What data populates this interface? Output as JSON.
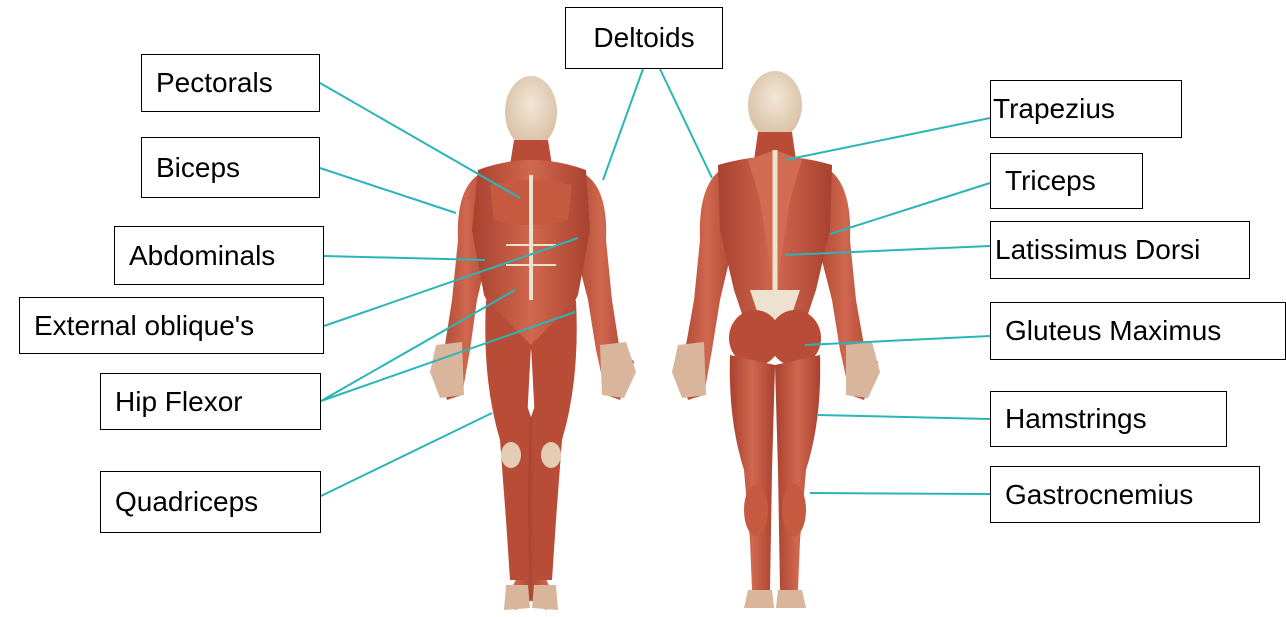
{
  "labels": {
    "deltoids": "Deltoids",
    "pectorals": "Pectorals",
    "biceps": "Biceps",
    "abdominals": "Abdominals",
    "external_obliques": "External oblique's",
    "hip_flexor": "Hip Flexor",
    "quadriceps": "Quadriceps",
    "trapezius": "Trapezius",
    "triceps": "Triceps",
    "latissimus_dorsi": "Latissimus Dorsi",
    "gluteus_maximus": "Gluteus Maximus",
    "hamstrings": "Hamstrings",
    "gastrocnemius": "Gastrocnemius"
  },
  "colors": {
    "leader_line": "#2BB5B8",
    "muscle": "#C4553F",
    "muscle_dark": "#9C3B2A",
    "tendon": "#EDE2CF",
    "skin_light": "#E6D3BC",
    "box_border": "#000000"
  }
}
